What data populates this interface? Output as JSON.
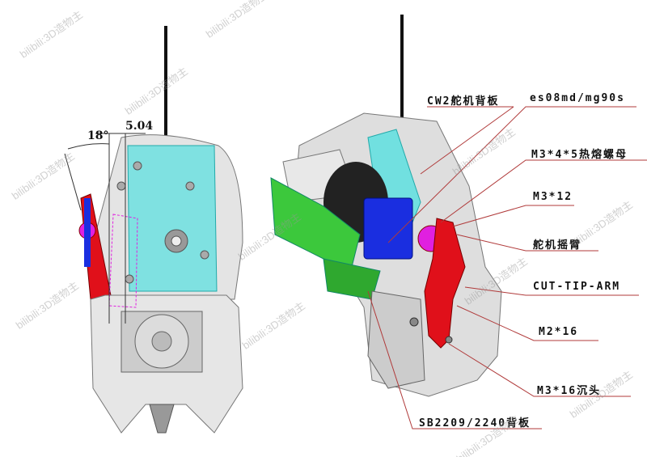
{
  "dimensions": {
    "angle": "18°",
    "offset": "5.04"
  },
  "labels": [
    "CW2舵机背板",
    "es08md/mg90s",
    "M3*4*5热熔螺母",
    "M3*12",
    "舵机摇臂",
    "CUT-TIP-ARM",
    "M2*16",
    "M3*16沉头",
    "SB2209/2240背板"
  ],
  "watermark": "bilibili:3D造物主",
  "colors": {
    "servo_plate": "#4fd8d8",
    "arm": "#e0101a",
    "horn": "#e020e0",
    "servo": "#1a2ee0",
    "backplate": "#3cc83c",
    "body": "#d8d8d8",
    "leader": "#b03a3a"
  }
}
